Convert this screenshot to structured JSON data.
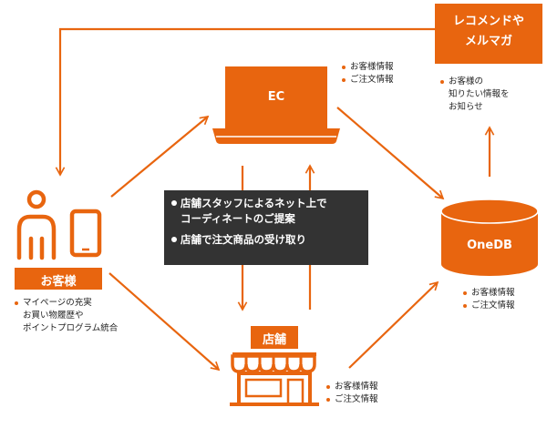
{
  "colors": {
    "accent": "#e8650f",
    "dark_box": "#333333"
  },
  "nodes": {
    "recommend": {
      "line1": "レコメンドや",
      "line2": "メルマガ"
    },
    "ec": {
      "label": "EC"
    },
    "onedb": {
      "label": "OneDB"
    },
    "customer": {
      "label": "お客様"
    },
    "store": {
      "label": "店舗"
    }
  },
  "notes": {
    "ec": [
      "お客様情報",
      "ご注文情報"
    ],
    "recommend": [
      "お客様の",
      "知りたい情報を",
      "お知らせ"
    ],
    "onedb": [
      "お客様情報",
      "ご注文情報"
    ],
    "store": [
      "お客様情報",
      "ご注文情報"
    ],
    "customer": [
      "マイページの充実",
      "お買い物履歴や",
      "ポイントプログラム統合"
    ]
  },
  "center_box": {
    "item1_line1": "店舗スタッフによるネット上で",
    "item1_line2": "コーディネートのご提案",
    "item2": "店舗で注文商品の受け取り"
  },
  "icons": [
    "laptop-icon",
    "database-icon",
    "person-icon",
    "smartphone-icon",
    "storefront-icon"
  ]
}
